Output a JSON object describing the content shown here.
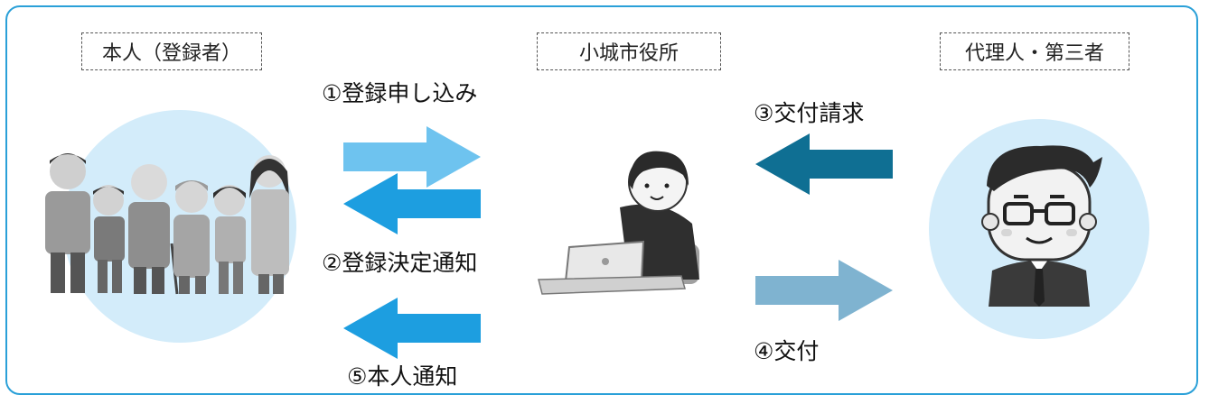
{
  "roles": {
    "person": "本人（登録者）",
    "office": "小城市役所",
    "agent": "代理人・第三者"
  },
  "steps": {
    "s1": "①登録申し込み",
    "s2": "②登録決定通知",
    "s3": "③交付請求",
    "s4": "④交付",
    "s5": "⑤本人通知"
  },
  "colors": {
    "frame": "#2aa0d8",
    "arrow_light": "#6ec3ef",
    "arrow_mid": "#1d9ee0",
    "arrow_dark": "#0f6f93",
    "arrow_pale": "#7fb3d0",
    "circle_bg": "#d3ecfa"
  }
}
